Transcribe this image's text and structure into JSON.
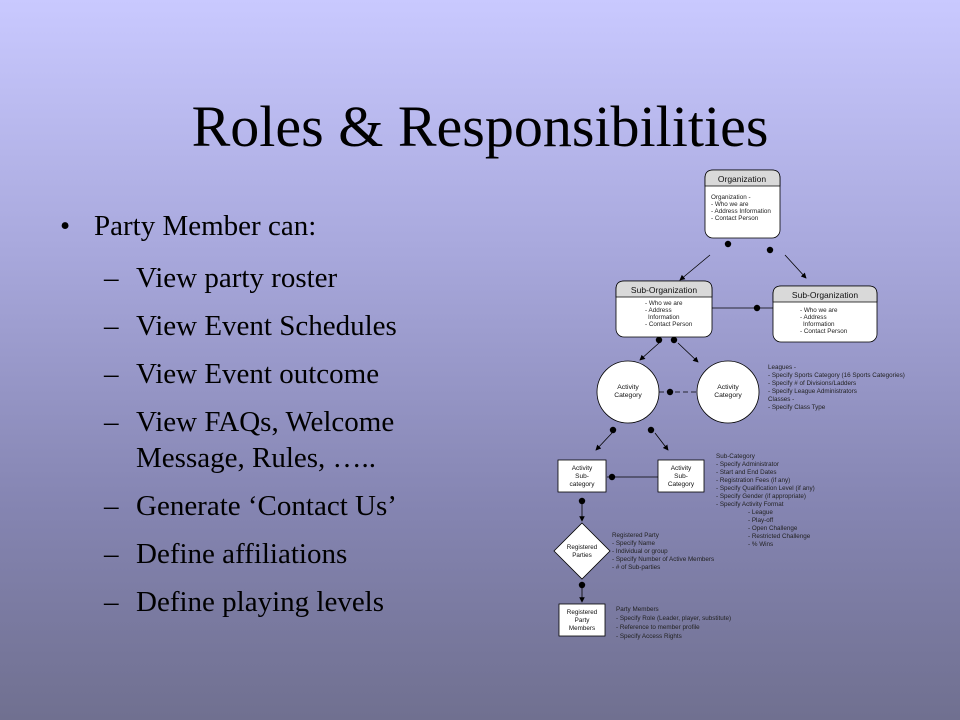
{
  "slide": {
    "title": "Roles & Responsibilities",
    "bullet_main": "Party Member can:",
    "sub_items": [
      "View party roster",
      "View Event Schedules",
      "View Event outcome",
      "View FAQs, Welcome Message, Rules, …..",
      "Generate ‘Contact Us’",
      "Define affiliations",
      "Define playing levels"
    ]
  },
  "diagram": {
    "organization": {
      "header": "Organization",
      "notes": [
        "Organization -",
        "- Who we are",
        "- Address Information",
        "- Contact Person"
      ]
    },
    "sub_org_left": {
      "header": "Sub-Organization",
      "notes": [
        "- Who we are",
        "- Address",
        "Information",
        "- Contact Person"
      ]
    },
    "sub_org_right": {
      "header": "Sub-Organization",
      "notes": [
        "- Who we are",
        "- Address",
        "Information",
        "- Contact Person"
      ]
    },
    "activity_left": [
      "Activity",
      "Category"
    ],
    "activity_right": [
      "Activity",
      "Category"
    ],
    "leagues_notes": [
      "Leagues -",
      "- Specify Sports Category (16 Sports Categories)",
      "- Specify # of Divisions/Ladders",
      "- Specify League Administrators",
      "Classes -",
      "- Specify Class Type"
    ],
    "subcat_left": [
      "Activity",
      "Sub-",
      "category"
    ],
    "subcat_right": [
      "Activity",
      "Sub-",
      "Category"
    ],
    "subcat_notes": [
      "Sub-Category",
      "- Specify Administrator",
      "- Start and End Dates",
      "- Registration Fees (if any)",
      "- Specify Qualification Level (if any)",
      "- Specify Gender (if appropriate)",
      "- Specify Activity Format",
      "- League",
      "- Play-off",
      "- Open Challenge",
      "- Restricted Challenge",
      "- % Wins"
    ],
    "registered_parties": [
      "Registered",
      "Parties"
    ],
    "parties_notes": [
      "Registered Party",
      "- Specify Name",
      "- Individual or group",
      "- Specify Number of Active Members",
      "- # of Sub-parties"
    ],
    "party_members": [
      "Registered",
      "Party",
      "Members"
    ],
    "members_notes": [
      "Party Members",
      "- Specify Role (Leader, player, substitute)",
      "- Reference to member profile",
      "- Specify Access Rights"
    ]
  }
}
